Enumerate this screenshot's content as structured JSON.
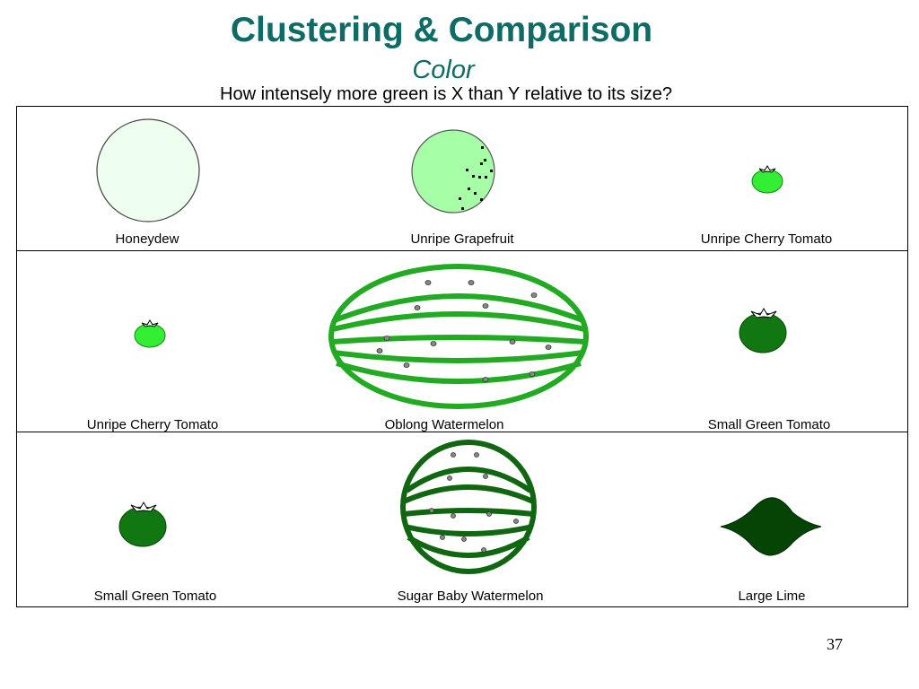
{
  "slide": {
    "title": "Clustering & Comparison",
    "subtitle": "Color",
    "question": "How intensely more green is X than Y relative to its size?",
    "page_number": "37"
  },
  "rows": [
    {
      "items": [
        {
          "label": "Honeydew",
          "icon": "honeydew-icon",
          "color": "#eefff0"
        },
        {
          "label": "Unripe Grapefruit",
          "icon": "grapefruit-icon",
          "color": "#a6ffa6"
        },
        {
          "label": "Unripe Cherry Tomato",
          "icon": "cherry-tomato-icon",
          "color": "#33ee33"
        }
      ]
    },
    {
      "items": [
        {
          "label": "Unripe Cherry Tomato",
          "icon": "cherry-tomato-icon",
          "color": "#33ee33"
        },
        {
          "label": "Oblong Watermelon",
          "icon": "oblong-watermelon-icon",
          "color": "#22aa22"
        },
        {
          "label": "Small Green Tomato",
          "icon": "green-tomato-icon",
          "color": "#117711"
        }
      ]
    },
    {
      "items": [
        {
          "label": "Small Green Tomato",
          "icon": "green-tomato-icon",
          "color": "#117711"
        },
        {
          "label": "Sugar Baby Watermelon",
          "icon": "sugar-baby-watermelon-icon",
          "color": "#116611"
        },
        {
          "label": "Large Lime",
          "icon": "lime-icon",
          "color": "#064406"
        }
      ]
    }
  ]
}
